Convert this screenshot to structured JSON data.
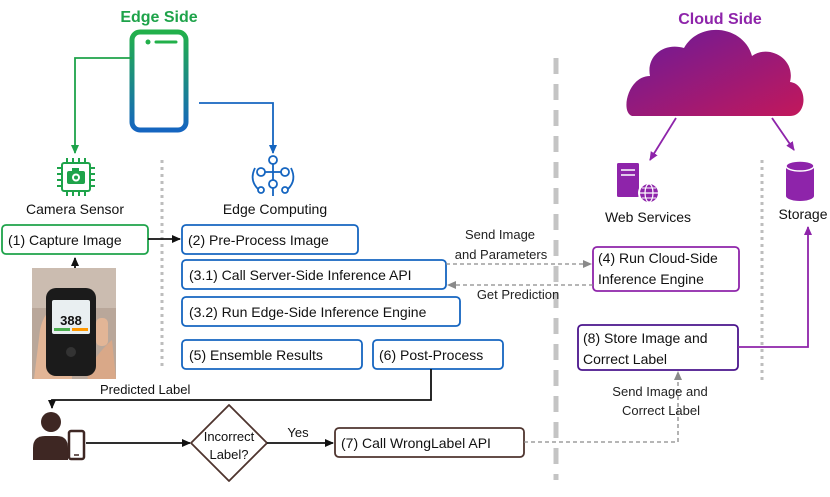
{
  "headers": {
    "edge": "Edge Side",
    "cloud": "Cloud Side"
  },
  "components": {
    "camera_sensor": "Camera Sensor",
    "edge_computing": "Edge Computing",
    "web_services": "Web Services",
    "storage": "Storage"
  },
  "steps": {
    "capture": "(1) Capture Image",
    "preprocess": "(2) Pre-Process Image",
    "call_api": "(3.1) Call Server-Side Inference API",
    "run_edge": "(3.2) Run Edge-Side Inference Engine",
    "cloud_engine_1": "(4) Run Cloud-Side",
    "cloud_engine_2": "Inference Engine",
    "ensemble": "(5) Ensemble Results",
    "postprocess": "(6) Post-Process",
    "wronglabel": "(7) Call WrongLabel API",
    "store_1": "(8) Store Image and",
    "store_2": "Correct Label"
  },
  "decision": {
    "line1": "Incorrect",
    "line2": "Label?"
  },
  "edge_labels": {
    "send_image_1": "Send Image",
    "send_image_2": "and Parameters",
    "get_prediction": "Get Prediction",
    "predicted_label": "Predicted Label",
    "yes": "Yes",
    "send_correct_1": "Send Image and",
    "send_correct_2": "Correct Label"
  },
  "photo": {
    "display_value": "388"
  },
  "colors": {
    "edge_green": "#1ea34a",
    "edge_blue": "#1565c0",
    "cloud_purple": "#8e24aa",
    "brown": "#4e342e",
    "gray_line": "#bdbdbd"
  }
}
